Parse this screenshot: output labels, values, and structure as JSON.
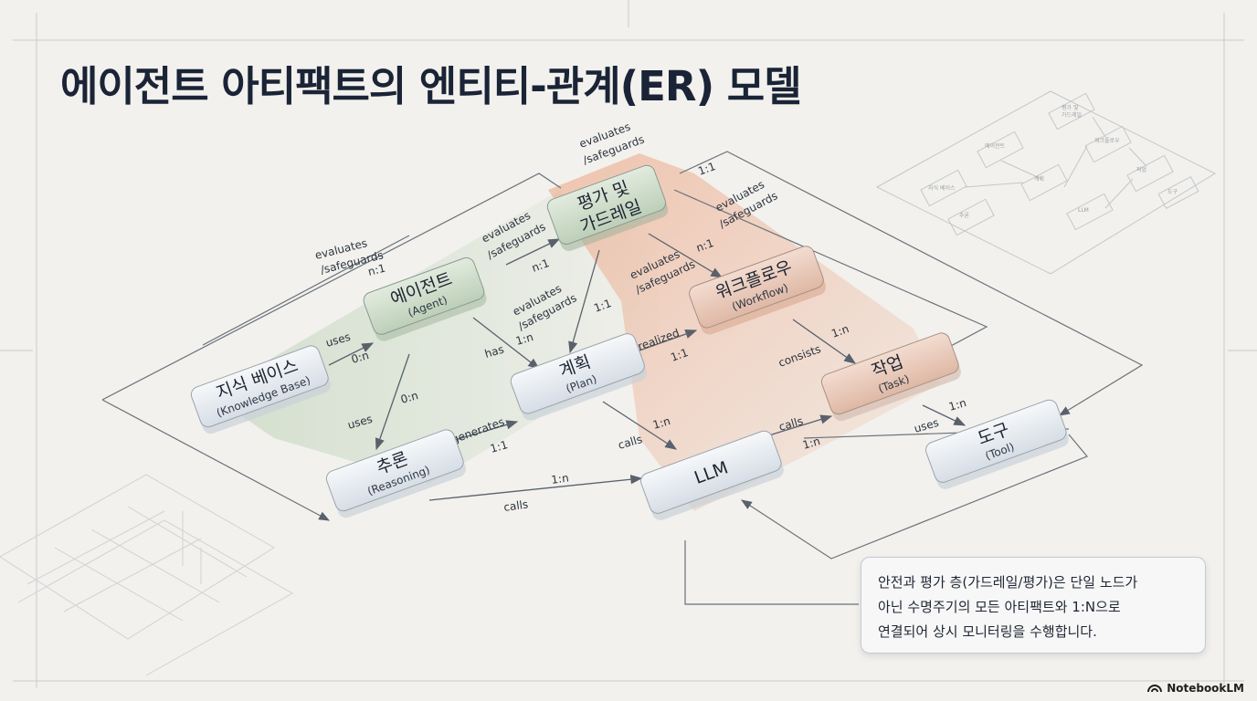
{
  "title": "에이전트 아티팩트의 엔티티-관계(ER) 모델",
  "nodes": {
    "guardrail": {
      "name_line1": "평가 및",
      "name_line2": "가드레일"
    },
    "agent": {
      "name": "에이전트",
      "sub": "(Agent)"
    },
    "knowledge": {
      "name": "지식 베이스",
      "sub": "(Knowledge Base)"
    },
    "workflow": {
      "name": "워크플로우",
      "sub": "(Workflow)"
    },
    "plan": {
      "name": "계획",
      "sub": "(Plan)"
    },
    "task": {
      "name": "작업",
      "sub": "(Task)"
    },
    "reasoning": {
      "name": "추론",
      "sub": "(Reasoning)"
    },
    "llm": {
      "name": "LLM"
    },
    "tool": {
      "name": "도구",
      "sub": "(Tool)"
    }
  },
  "edge_labels": {
    "evaluates": "evaluates",
    "safeguards": "/safeguards",
    "uses": "uses",
    "has": "has",
    "realized": "realized",
    "consists": "consists",
    "calls": "calls",
    "generates": "generates",
    "card_n1": "n:1",
    "card_11": "1:1",
    "card_1n": "1:n",
    "card_0n": "0:n"
  },
  "note": {
    "line1": "안전과 평가 층(가드레일/평가)은 단일 노드가",
    "line2": "아닌 수명주기의 모든 아티팩트와 1:N으로",
    "line3": "연결되어 상시 모니터링을 수행합니다."
  },
  "branding": "NotebookLM",
  "sketch_labels": {
    "s1": "평가 및",
    "s2": "가드레일",
    "s3": "에이전트",
    "s4": "워크플로우",
    "s5": "계획",
    "s6": "지식 베이스",
    "s7": "추론",
    "s8": "작업",
    "s9": "LLM",
    "s10": "도구"
  },
  "colors": {
    "background": "#f2f1ed",
    "node_fill": "#e6ebf0",
    "green_tint": "#a9c3a4",
    "orange_tint": "#e8a283",
    "line": "#59616c",
    "title": "#1a2436"
  }
}
